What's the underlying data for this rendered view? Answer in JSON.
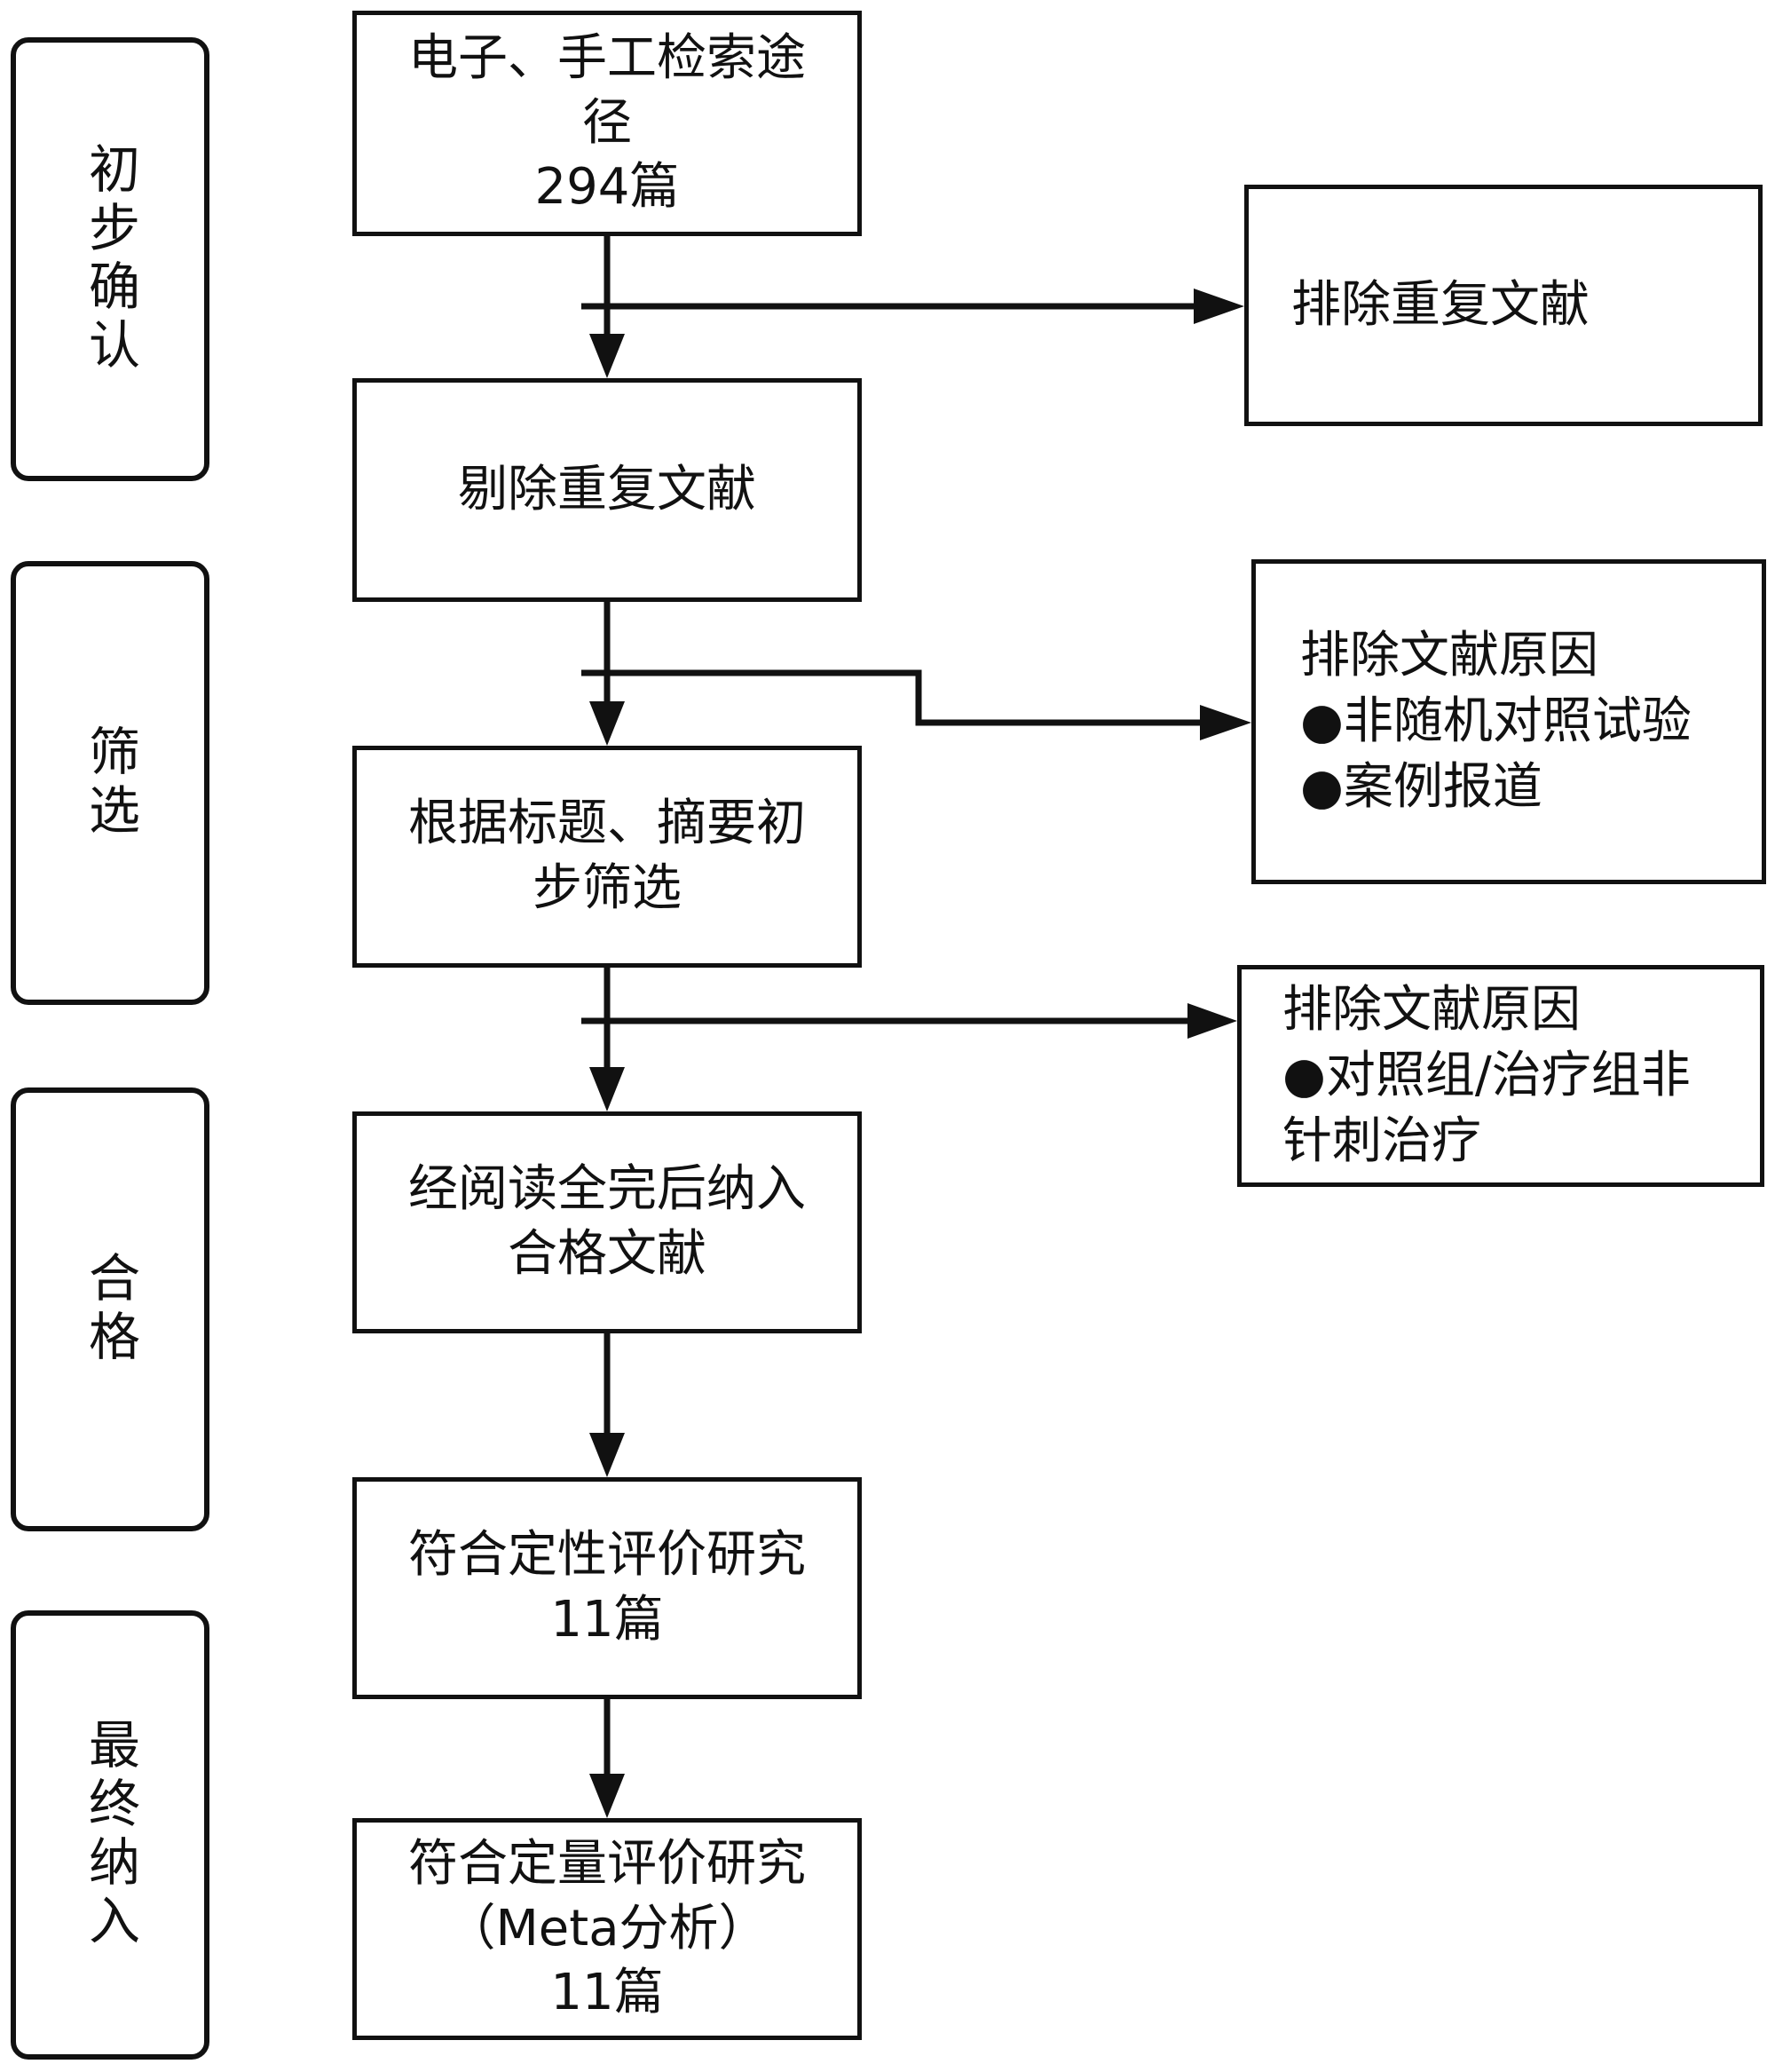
{
  "stages": [
    {
      "id": "initial",
      "label": "初步确认"
    },
    {
      "id": "screen",
      "label": "筛选"
    },
    {
      "id": "eligible",
      "label": "合格"
    },
    {
      "id": "included",
      "label": "最终纳入"
    }
  ],
  "flow": {
    "b1": {
      "lines": [
        "电子、手工检索途",
        "径",
        "294篇"
      ]
    },
    "b2": {
      "lines": [
        "剔除重复文献"
      ]
    },
    "b3": {
      "lines": [
        "根据标题、摘要初",
        "步筛选"
      ]
    },
    "b4": {
      "lines": [
        "经阅读全完后纳入",
        "合格文献"
      ]
    },
    "b5": {
      "lines": [
        "符合定性评价研究",
        "11篇"
      ]
    },
    "b6": {
      "lines": [
        "符合定量评价研究",
        "（Meta分析）",
        "11篇"
      ]
    }
  },
  "exclusions": {
    "e1": {
      "lines": [
        "排除重复文献"
      ]
    },
    "e2": {
      "lines": [
        "排除文献原因",
        "●非随机对照试验",
        "●案例报道"
      ]
    },
    "e3": {
      "lines": [
        "排除文献原因",
        "●对照组/治疗组非",
        "针刺治疗"
      ]
    }
  }
}
